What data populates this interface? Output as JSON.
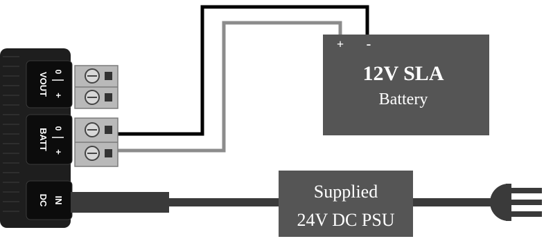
{
  "battery": {
    "title": "12V SLA",
    "subtitle": "Battery",
    "positive_terminal": "+",
    "negative_terminal": "-"
  },
  "psu": {
    "line1": "Supplied",
    "line2": "24V DC PSU"
  },
  "device": {
    "vout_label": "VOUT",
    "batt_label": "BATT",
    "dc_in_line1": "DC",
    "dc_in_line2": "IN",
    "pin_plus": "+",
    "pin_minus": "-",
    "pin_zero": "0"
  },
  "colors": {
    "box_fill": "#555555",
    "box_text": "#ffffff",
    "wire_negative": "#000000",
    "wire_positive": "#8c8c8c",
    "cable": "#3a3a3a",
    "device_body": "#1e1e1e",
    "terminal_block": "#b9b9b9"
  }
}
